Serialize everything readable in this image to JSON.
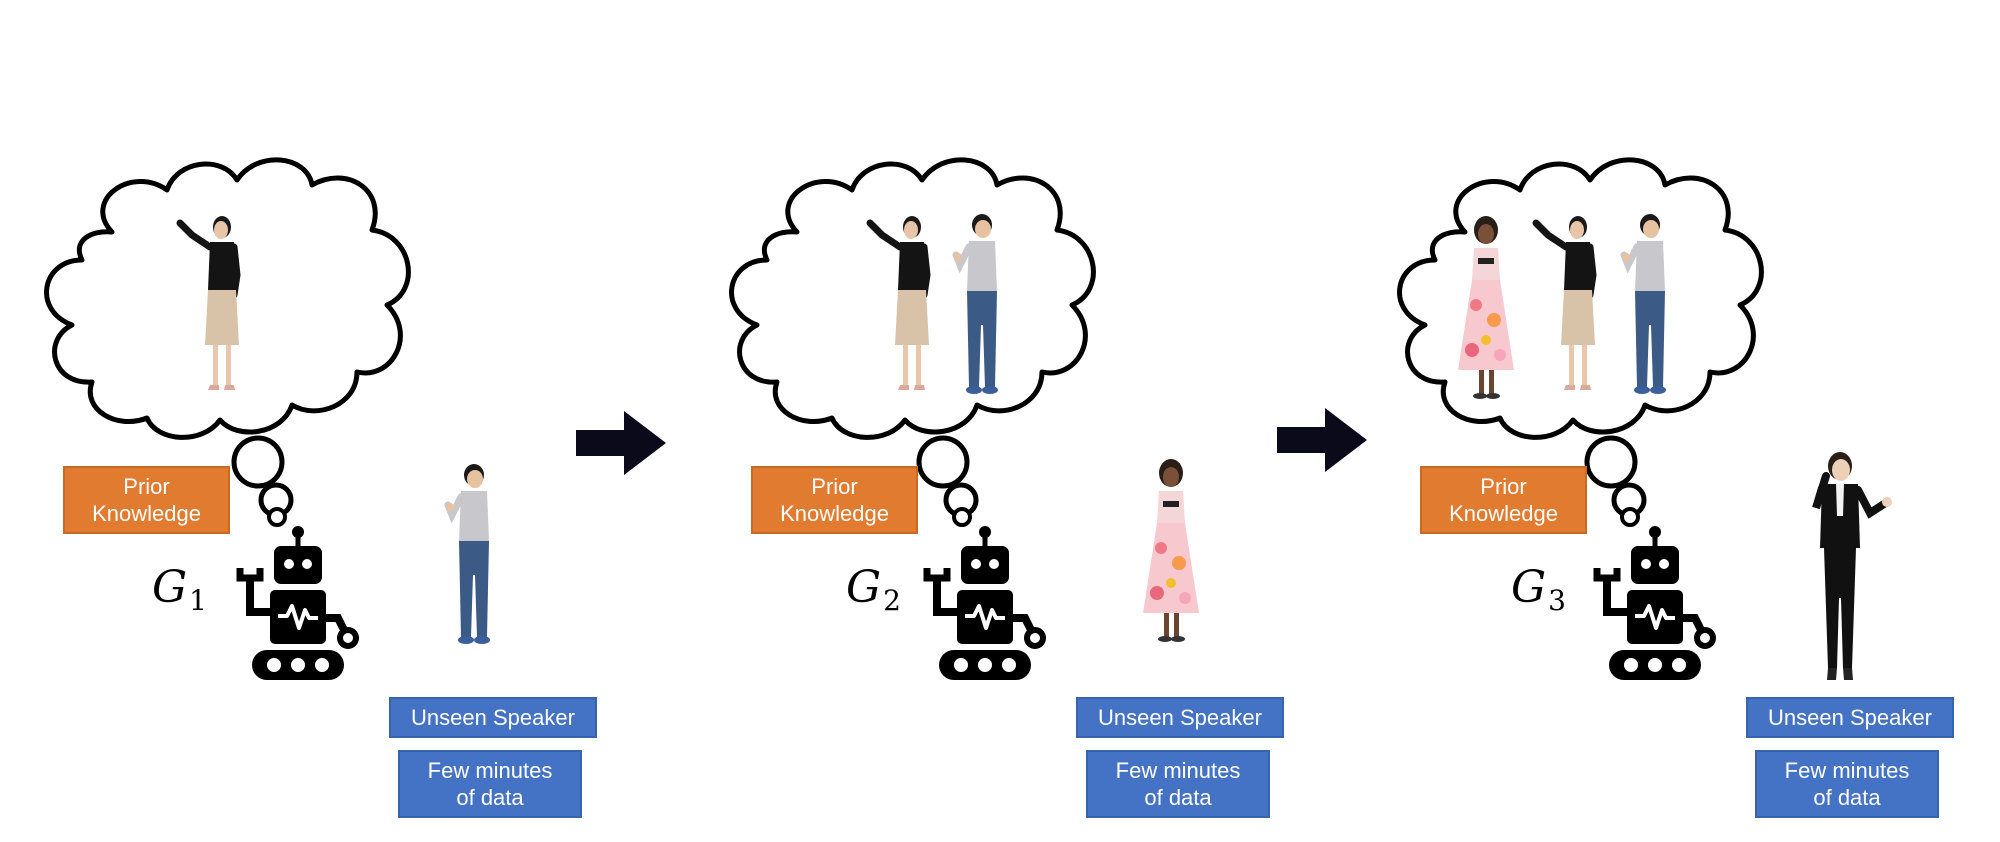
{
  "panels": [
    {
      "prior_label": "Prior\nKnowledge",
      "g_letter": "G",
      "g_sub": "1",
      "unseen_label": "Unseen Speaker",
      "data_label": "Few minutes\nof data",
      "cloud_people": [
        "woman-blouse"
      ],
      "new_person": "boy"
    },
    {
      "prior_label": "Prior\nKnowledge",
      "g_letter": "G",
      "g_sub": "2",
      "unseen_label": "Unseen Speaker",
      "data_label": "Few minutes\nof data",
      "cloud_people": [
        "woman-blouse",
        "boy"
      ],
      "new_person": "girl-dress"
    },
    {
      "prior_label": "Prior\nKnowledge",
      "g_letter": "G",
      "g_sub": "3",
      "unseen_label": "Unseen Speaker",
      "data_label": "Few minutes\nof data",
      "cloud_people": [
        "girl-dress",
        "woman-blouse",
        "boy"
      ],
      "new_person": "woman-suit"
    }
  ],
  "colors": {
    "prior": "#e07b2f",
    "unseen": "#4472c4",
    "arrow": "#0a0a1a",
    "ink": "#000000"
  },
  "icons": {
    "robot": "robot-icon",
    "thought": "thought-cloud",
    "arrow": "right-arrow-icon"
  }
}
